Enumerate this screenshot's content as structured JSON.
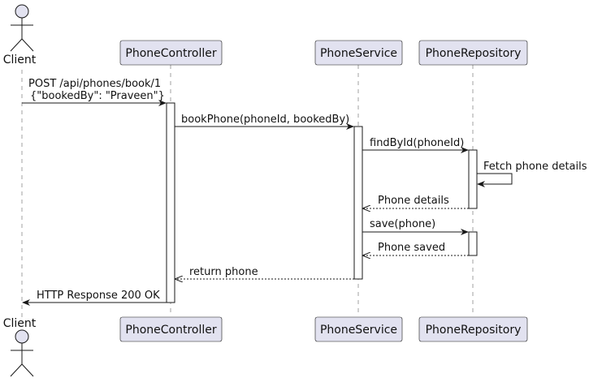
{
  "participants": {
    "client": "Client",
    "controller": "PhoneController",
    "service": "PhoneService",
    "repository": "PhoneRepository"
  },
  "messages": {
    "m1_line1": "POST /api/phones/book/1",
    "m1_line2": "{\"bookedBy\": \"Praveen\"}",
    "m2": "bookPhone(phoneId, bookedBy)",
    "m3": "findById(phoneId)",
    "m4": "Fetch phone details",
    "m5": "Phone details",
    "m6": "save(phone)",
    "m7": "Phone saved",
    "m8": "return phone",
    "m9": "HTTP Response 200 OK"
  },
  "colors": {
    "participant_fill": "#e2e2f0",
    "border": "#181818",
    "lifeline": "#a0a0a0"
  }
}
